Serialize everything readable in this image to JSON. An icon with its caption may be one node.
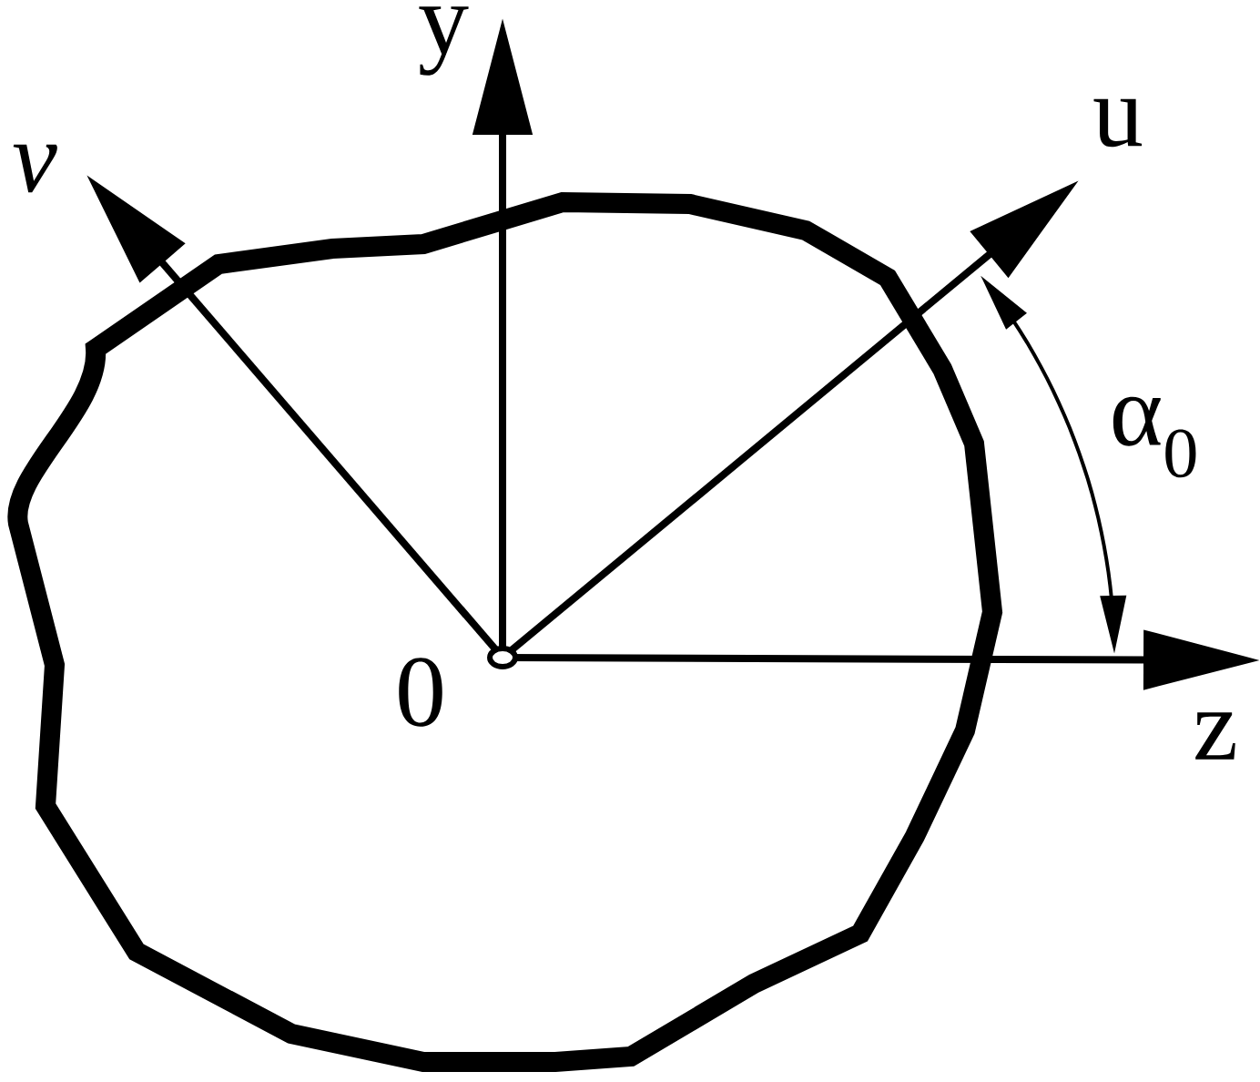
{
  "diagram": {
    "labels": [
      "y",
      "v",
      "u",
      "α$_{0}$",
      "0",
      "z"
    ]
  }
}
